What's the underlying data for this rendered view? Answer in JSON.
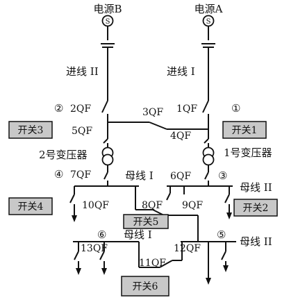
{
  "sources": {
    "b": "电源B",
    "a": "电源A"
  },
  "lines": {
    "ii": "进线 II",
    "i": "进线 I"
  },
  "breakers": {
    "qf2": "2QF",
    "qf1": "1QF",
    "qf3": "3QF",
    "qf5": "5QF",
    "qf4": "4QF",
    "qf7": "7QF",
    "qf6": "6QF",
    "qf8": "8QF",
    "qf9": "9QF",
    "qf10": "10QF",
    "qf13": "13QF",
    "qf12": "12QF",
    "qf11": "11QF"
  },
  "transformers": {
    "t2": "2号变压器",
    "t1": "1号变压器"
  },
  "buses": {
    "upper_i": "母线 I",
    "upper_ii": "母线 II",
    "lower_i": "母线 I",
    "lower_ii": "母线 II"
  },
  "switches": {
    "s1": "开关1",
    "s2": "开关2",
    "s3": "开关3",
    "s4": "开关4",
    "s5": "开关5",
    "s6": "开关6"
  },
  "circled": {
    "c1": "①",
    "c2": "②",
    "c3": "③",
    "c4": "④",
    "c5": "⑤",
    "c6": "⑥"
  },
  "source_symbol": "S"
}
